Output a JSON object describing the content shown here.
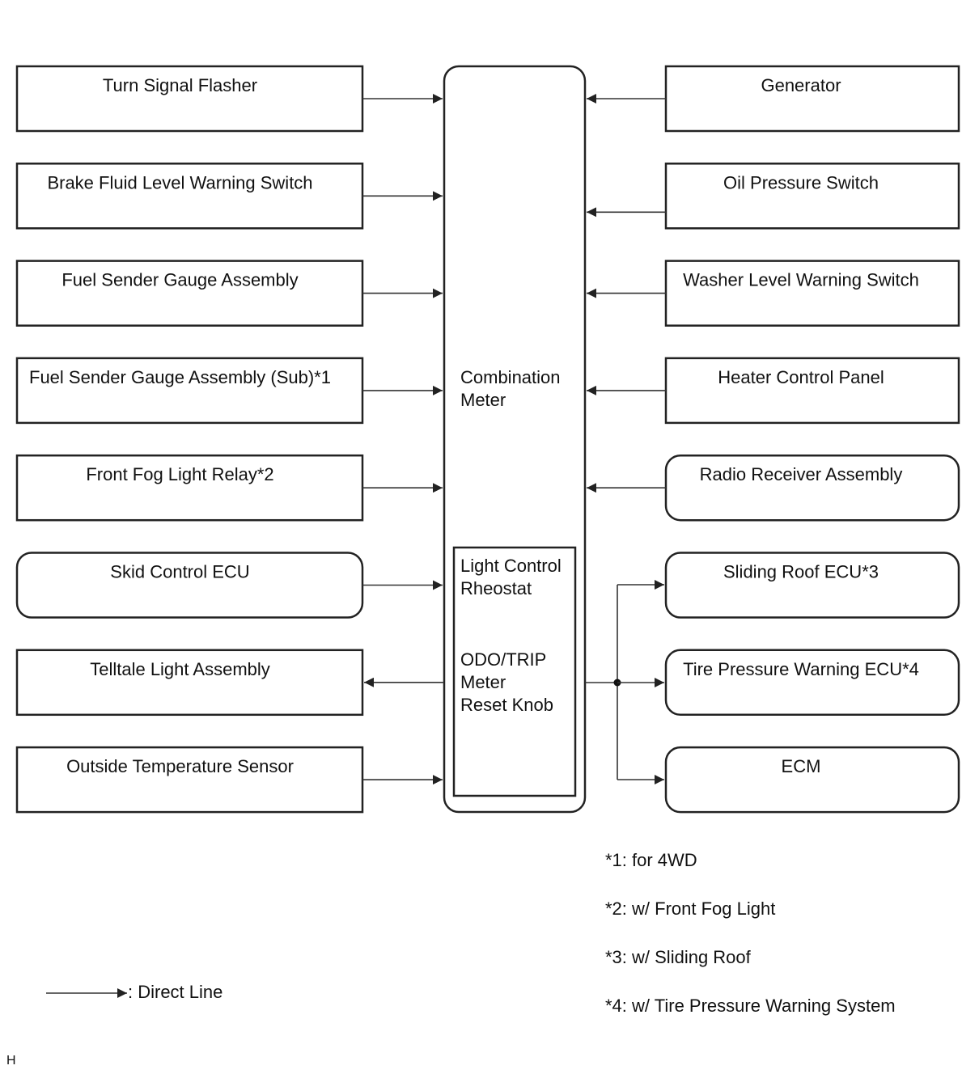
{
  "center": {
    "label_line1": "Combination",
    "label_line2": "Meter",
    "inner_line1": "Light Control",
    "inner_line2": "Rheostat",
    "inner_line3": "ODO/TRIP",
    "inner_line4": "Meter",
    "inner_line5": "Reset Knob"
  },
  "left_boxes": [
    {
      "label": "Turn Signal Flasher",
      "shape": "rect",
      "direction": "to_meter"
    },
    {
      "label": "Brake Fluid Level Warning Switch",
      "shape": "rect",
      "direction": "to_meter"
    },
    {
      "label": "Fuel Sender Gauge Assembly",
      "shape": "rect",
      "direction": "to_meter"
    },
    {
      "label": "Fuel Sender Gauge Assembly (Sub)*1",
      "shape": "rect",
      "direction": "to_meter"
    },
    {
      "label": "Front Fog Light Relay*2",
      "shape": "rect",
      "direction": "to_meter"
    },
    {
      "label": "Skid Control ECU",
      "shape": "rounded",
      "direction": "to_meter"
    },
    {
      "label": "Telltale Light Assembly",
      "shape": "rect",
      "direction": "from_meter"
    },
    {
      "label": "Outside Temperature Sensor",
      "shape": "rect",
      "direction": "to_meter"
    }
  ],
  "right_boxes": [
    {
      "label": "Generator",
      "shape": "rect",
      "direction": "to_meter"
    },
    {
      "label": "Oil Pressure Switch",
      "shape": "rect",
      "direction": "to_meter"
    },
    {
      "label": "Washer Level Warning Switch",
      "shape": "rect",
      "direction": "to_meter"
    },
    {
      "label": "Heater Control Panel",
      "shape": "rect",
      "direction": "to_meter"
    },
    {
      "label": "Radio Receiver Assembly",
      "shape": "rounded",
      "direction": "to_meter"
    },
    {
      "label": "Sliding Roof ECU*3",
      "shape": "rounded",
      "direction": "from_meter"
    },
    {
      "label": "Tire Pressure Warning ECU*4",
      "shape": "rounded",
      "direction": "from_meter"
    },
    {
      "label": "ECM",
      "shape": "rounded",
      "direction": "from_meter"
    }
  ],
  "notes": [
    "*1: for 4WD",
    "*2: w/ Front Fog Light",
    "*3: w/ Sliding Roof",
    "*4: w/ Tire Pressure Warning System"
  ],
  "legend": {
    "text": ": Direct Line"
  },
  "corner_code": "H"
}
